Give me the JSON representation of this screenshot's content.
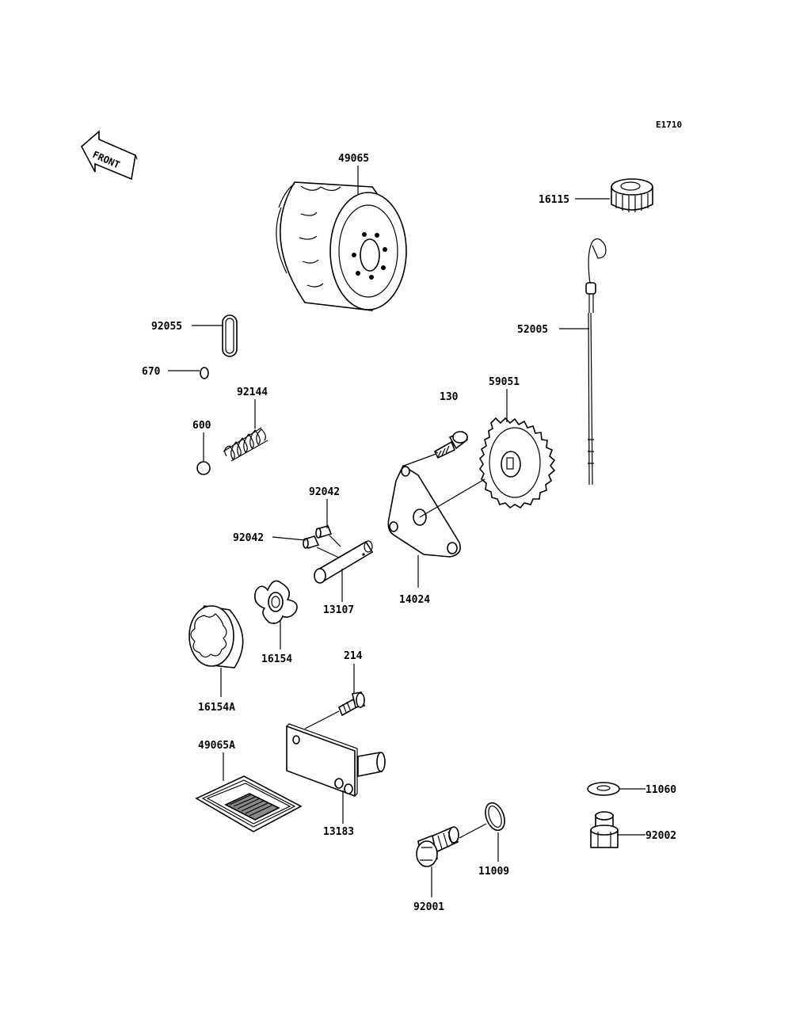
{
  "diagram_code": "E1710",
  "front_label": "FRONT",
  "parts": {
    "p49065": "49065",
    "p16115": "16115",
    "p52005": "52005",
    "p92055": "92055",
    "p670": "670",
    "p92144": "92144",
    "p600": "600",
    "p130": "130",
    "p59051": "59051",
    "p92042a": "92042",
    "p92042b": "92042",
    "p14024": "14024",
    "p13107": "13107",
    "p16154": "16154",
    "p214": "214",
    "p16154A": "16154A",
    "p49065A": "49065A",
    "p13183": "13183",
    "p11060": "11060",
    "p92002": "92002",
    "p11009": "11009",
    "p92001": "92001"
  }
}
